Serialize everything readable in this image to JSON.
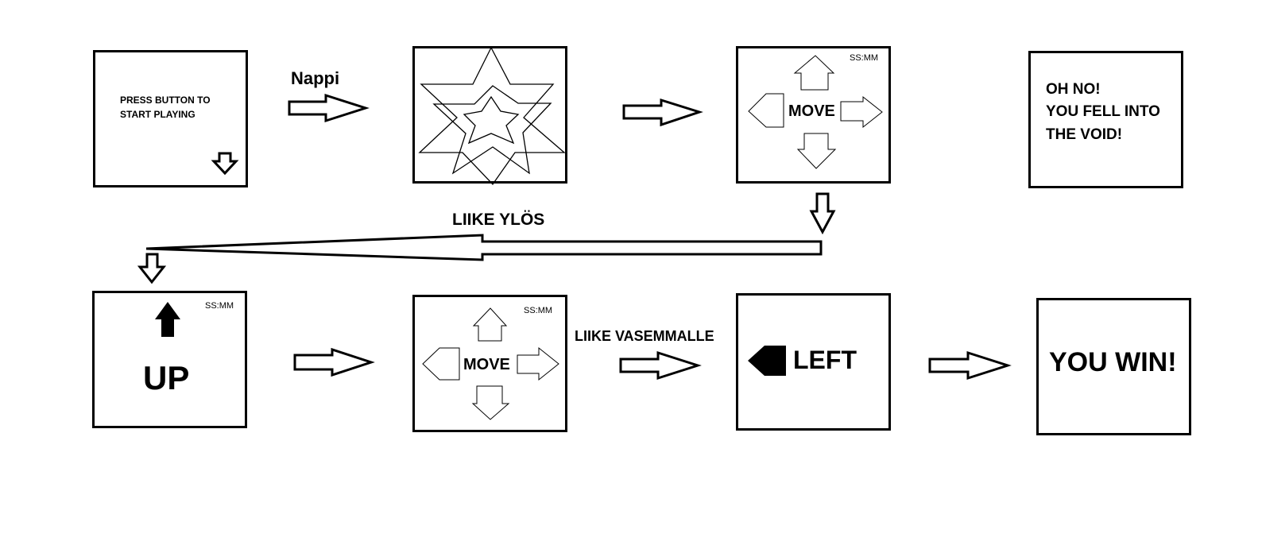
{
  "labels": {
    "nappi": "Nappi",
    "liike_ylos": "LIIKE YLÖS",
    "liike_vasemmalle": "LIIKE VASEMMALLE"
  },
  "screens": {
    "start": {
      "line1": "PRESS BUTTON TO",
      "line2": "START PLAYING"
    },
    "move_top": {
      "timer": "SS:MM",
      "text": "MOVE"
    },
    "void": {
      "line1": "OH NO!",
      "line2": "YOU FELL INTO",
      "line3": "THE VOID!"
    },
    "up": {
      "timer": "SS:MM",
      "text": "UP"
    },
    "move_bottom": {
      "timer": "SS:MM",
      "text": "MOVE"
    },
    "left": {
      "text": "LEFT"
    },
    "win": {
      "text": "YOU WIN!"
    }
  }
}
